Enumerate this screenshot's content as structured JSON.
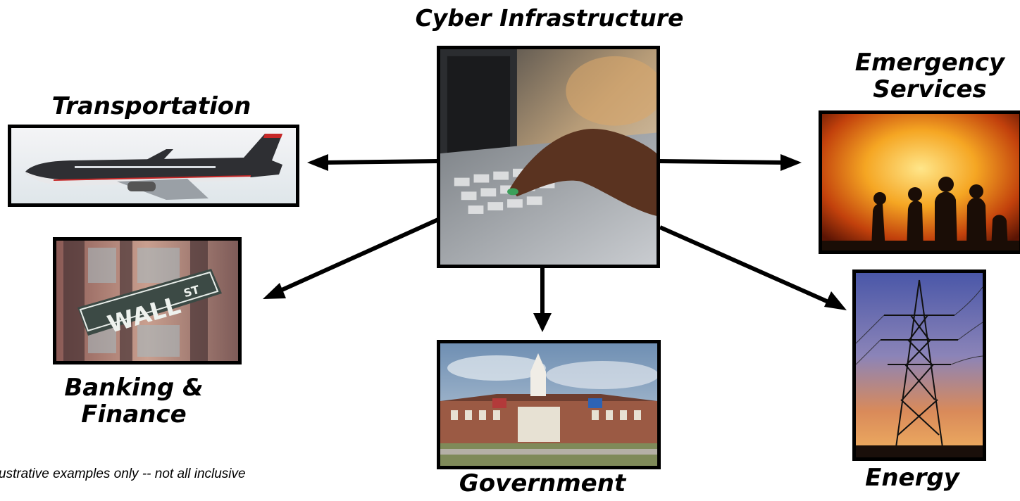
{
  "center": {
    "label": "Cyber Infrastructure"
  },
  "nodes": {
    "transportation": {
      "label": "Transportation"
    },
    "banking": {
      "line1": "Banking &",
      "line2": "Finance",
      "sign_text": "WALL",
      "sign_sup": "ST"
    },
    "government": {
      "label": "Government"
    },
    "emergency": {
      "line1": "Emergency",
      "line2": "Services"
    },
    "energy": {
      "label": "Energy"
    }
  },
  "footnote": "ustrative examples only -- not all inclusive"
}
